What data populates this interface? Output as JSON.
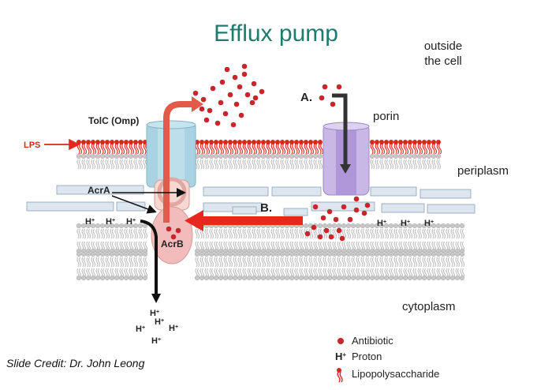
{
  "title": "Efflux pump",
  "regions": {
    "outside_line1": "outside",
    "outside_line2": "the cell",
    "periplasm": "periplasm",
    "cytoplasm": "cytoplasm"
  },
  "labels": {
    "tolc": "TolC (Omp)",
    "lps": "LPS",
    "acra": "AcrA",
    "acrb": "AcrB",
    "porin": "porin",
    "path_a": "A.",
    "path_b": "B.",
    "proton": "H",
    "proton_sup": "+"
  },
  "legend": {
    "antibiotic": "Antibiotic",
    "proton_symbol": "H",
    "proton_sup": "+",
    "proton": "Proton",
    "lps": "Lipopolysaccharide"
  },
  "credit": "Slide Credit: Dr. John Leong",
  "colors": {
    "title": "#1f7a70",
    "antibiotic": "#c8262b",
    "lps": "#d42a1d",
    "tolc": "#a9d3e3",
    "porin": "#c9b8e6",
    "acr": "#f2bcbc",
    "arrow": "#e8281f"
  }
}
